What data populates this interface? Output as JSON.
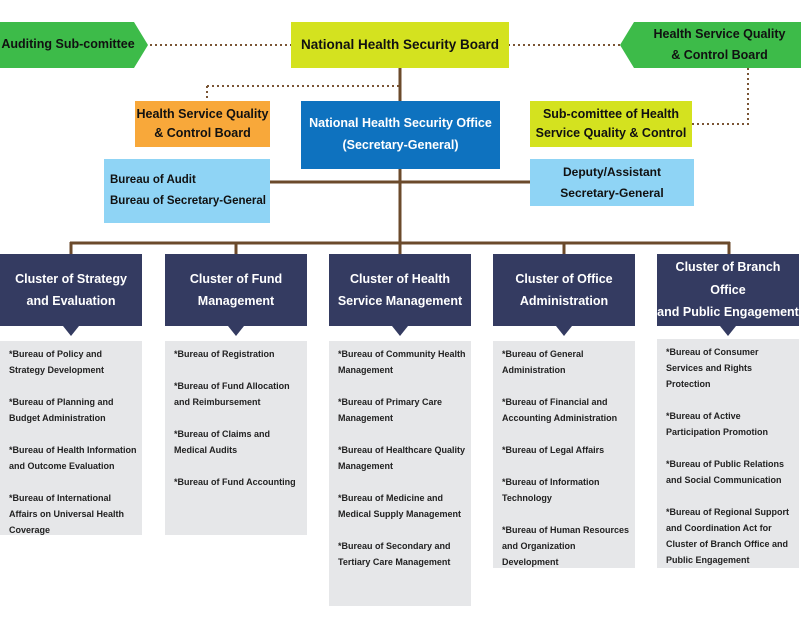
{
  "board": {
    "title": "National Health Security Board",
    "auditing": "Auditing Sub-comittee",
    "control_board_right": [
      "Health Service Quality",
      "& Control Board"
    ],
    "control_board_left": [
      "Health Service Quality",
      "& Control Board"
    ],
    "subcommittee": [
      "Sub-comittee of Health",
      "Service Quality & Control"
    ]
  },
  "office": {
    "title": [
      "National Health Security Office",
      "(Secretary-General)"
    ],
    "bureaus": [
      "Bureau of Audit",
      "Bureau of Secretary-General"
    ],
    "deputy": [
      "Deputy/Assistant",
      "Secretary-General"
    ]
  },
  "clusters": [
    {
      "title": [
        "Cluster of Strategy",
        "and Evaluation"
      ],
      "items": [
        [
          "*Bureau of Policy and",
          "Strategy Development"
        ],
        [
          "*Bureau of Planning and",
          "Budget Administration"
        ],
        [
          "*Bureau of Health Information",
          "and Outcome Evaluation"
        ],
        [
          "*Bureau of International",
          "Affairs on Universal Health",
          "Coverage"
        ]
      ]
    },
    {
      "title": [
        "Cluster of Fund",
        "Management"
      ],
      "items": [
        [
          "*Bureau of Registration"
        ],
        [
          "*Bureau of Fund Allocation",
          "and Reimbursement"
        ],
        [
          "*Bureau of Claims and",
          "Medical Audits"
        ],
        [
          "*Bureau of Fund Accounting"
        ]
      ]
    },
    {
      "title": [
        "Cluster of Health",
        "Service Management"
      ],
      "items": [
        [
          "*Bureau of Community",
          "Health Management"
        ],
        [
          "*Bureau of Primary Care",
          "Management"
        ],
        [
          "*Bureau of Healthcare",
          "Quality Management"
        ],
        [
          "*Bureau of Medicine and",
          "Medical Supply Management"
        ],
        [
          "*Bureau of Secondary and",
          "Tertiary Care Management"
        ]
      ]
    },
    {
      "title": [
        "Cluster of Office",
        "Administration"
      ],
      "items": [
        [
          "*Bureau of General",
          "Administration"
        ],
        [
          "*Bureau of Financial and",
          "Accounting Administration"
        ],
        [
          "*Bureau of Legal Affairs"
        ],
        [
          "*Bureau of Information",
          "Technology"
        ],
        [
          "*Bureau of Human Resources",
          "and Organization Development"
        ]
      ]
    },
    {
      "title": [
        "Cluster of Branch Office",
        "and Public Engagement"
      ],
      "items": [
        [
          "*Bureau of Consumer Services",
          "and Rights Protection"
        ],
        [
          "*Bureau of Active Participation",
          "Promotion"
        ],
        [
          "*Bureau of Public Relations and",
          "Social Communication"
        ],
        [
          "*Bureau of Regional Support",
          "and Coordination Act for",
          "Cluster of Branch Office and",
          "Public Engagement"
        ]
      ]
    }
  ],
  "colors": {
    "board": "#d4e21f",
    "green": "#3dbb49",
    "orange": "#f8a83a",
    "office": "#0e72bf",
    "light_blue": "#8fd4f5",
    "cluster": "#343b61",
    "list": "#e6e7e9",
    "connector": "#6b4a2b"
  }
}
